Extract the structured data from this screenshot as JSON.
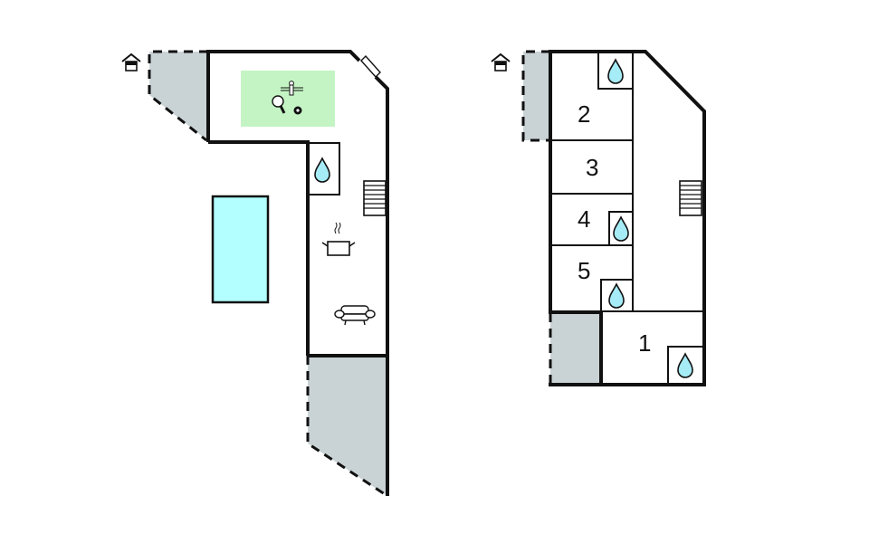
{
  "plan": {
    "colors": {
      "wall": "#111111",
      "terrace": "#c9d3d6",
      "game_area": "#c4f4c4",
      "pool": "#b3ffff",
      "water_drop": "#a6ecf6",
      "background": "#ffffff"
    },
    "floors": [
      {
        "id": "ground-floor",
        "entrance_icon": "house-entrance-icon",
        "rooms": [
          {
            "type": "game-room",
            "icons": [
              "table-tennis-icon",
              "foosball-icon",
              "billiard-ball-icon"
            ]
          },
          {
            "type": "bathroom",
            "icons": [
              "water-drop-icon"
            ]
          },
          {
            "type": "kitchen",
            "icons": [
              "cooking-pot-icon"
            ]
          },
          {
            "type": "living-room",
            "icons": [
              "sofa-icon"
            ]
          },
          {
            "type": "stairs",
            "icons": [
              "stairs-icon"
            ]
          }
        ],
        "outdoor": [
          "terrace",
          "terrace",
          "swimming-pool"
        ]
      },
      {
        "id": "upper-floor",
        "entrance_icon": "house-entrance-icon",
        "rooms": [
          {
            "type": "bedroom",
            "label": "2",
            "icons": [
              "water-drop-icon"
            ]
          },
          {
            "type": "bedroom",
            "label": "3",
            "icons": []
          },
          {
            "type": "bedroom",
            "label": "4",
            "icons": [
              "water-drop-icon"
            ]
          },
          {
            "type": "bedroom",
            "label": "5",
            "icons": [
              "water-drop-icon"
            ]
          },
          {
            "type": "bedroom",
            "label": "1",
            "icons": [
              "water-drop-icon"
            ]
          },
          {
            "type": "stairs",
            "icons": [
              "stairs-icon"
            ]
          }
        ],
        "outdoor": [
          "terrace",
          "terrace"
        ]
      }
    ],
    "labels": {
      "room1": "1",
      "room2": "2",
      "room3": "3",
      "room4": "4",
      "room5": "5"
    }
  }
}
